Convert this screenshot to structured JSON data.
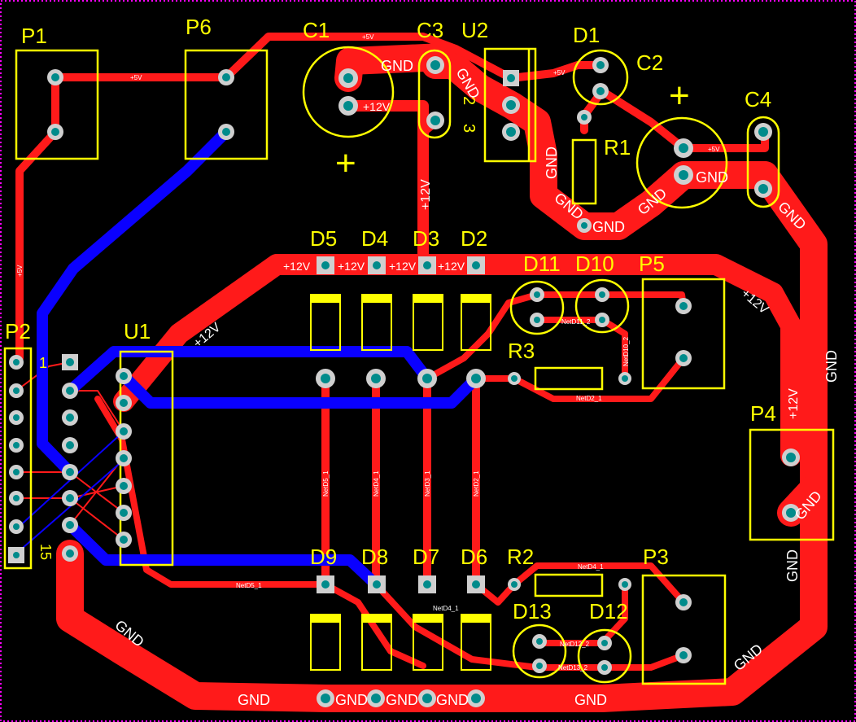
{
  "colors": {
    "background": "#000000",
    "top_copper": "#ff1a1a",
    "bottom_copper": "#0a00ff",
    "silkscreen": "#ffff00",
    "pad": "#cfcfcf",
    "pad_hole": "#008b8b",
    "board_outline": "#ff00ff"
  },
  "designators": {
    "P1": "P1",
    "P6": "P6",
    "C1": "C1",
    "C3": "C3",
    "U2": "U2",
    "D1": "D1",
    "C2": "C2",
    "C4": "C4",
    "R1": "R1",
    "D5": "D5",
    "D4": "D4",
    "D3": "D3",
    "D2": "D2",
    "D11": "D11",
    "D10": "D10",
    "P5": "P5",
    "P2": "P2",
    "U1": "U1",
    "R3": "R3",
    "P4": "P4",
    "D9": "D9",
    "D8": "D8",
    "D7": "D7",
    "D6": "D6",
    "R2": "R2",
    "P3": "P3",
    "D13": "D13",
    "D12": "D12"
  },
  "markers": {
    "plus_c1": "+",
    "plus_c2": "+",
    "pin1": "1",
    "pin15": "15",
    "u2_pin2": "2",
    "u2_pin3": "3"
  },
  "net_labels": {
    "gnd": "GND",
    "v12": "+12V",
    "v5": "+5V"
  },
  "tiny_labels": {
    "netd5": "NetD5_1",
    "netd4": "NetD4_1",
    "netd3": "NetD3_1",
    "netd2": "NetD2_1",
    "netd10": "NetD10_2",
    "netd11": "NetD11_2",
    "netd12": "NetD12_2",
    "netd13": "NetD13_2"
  }
}
